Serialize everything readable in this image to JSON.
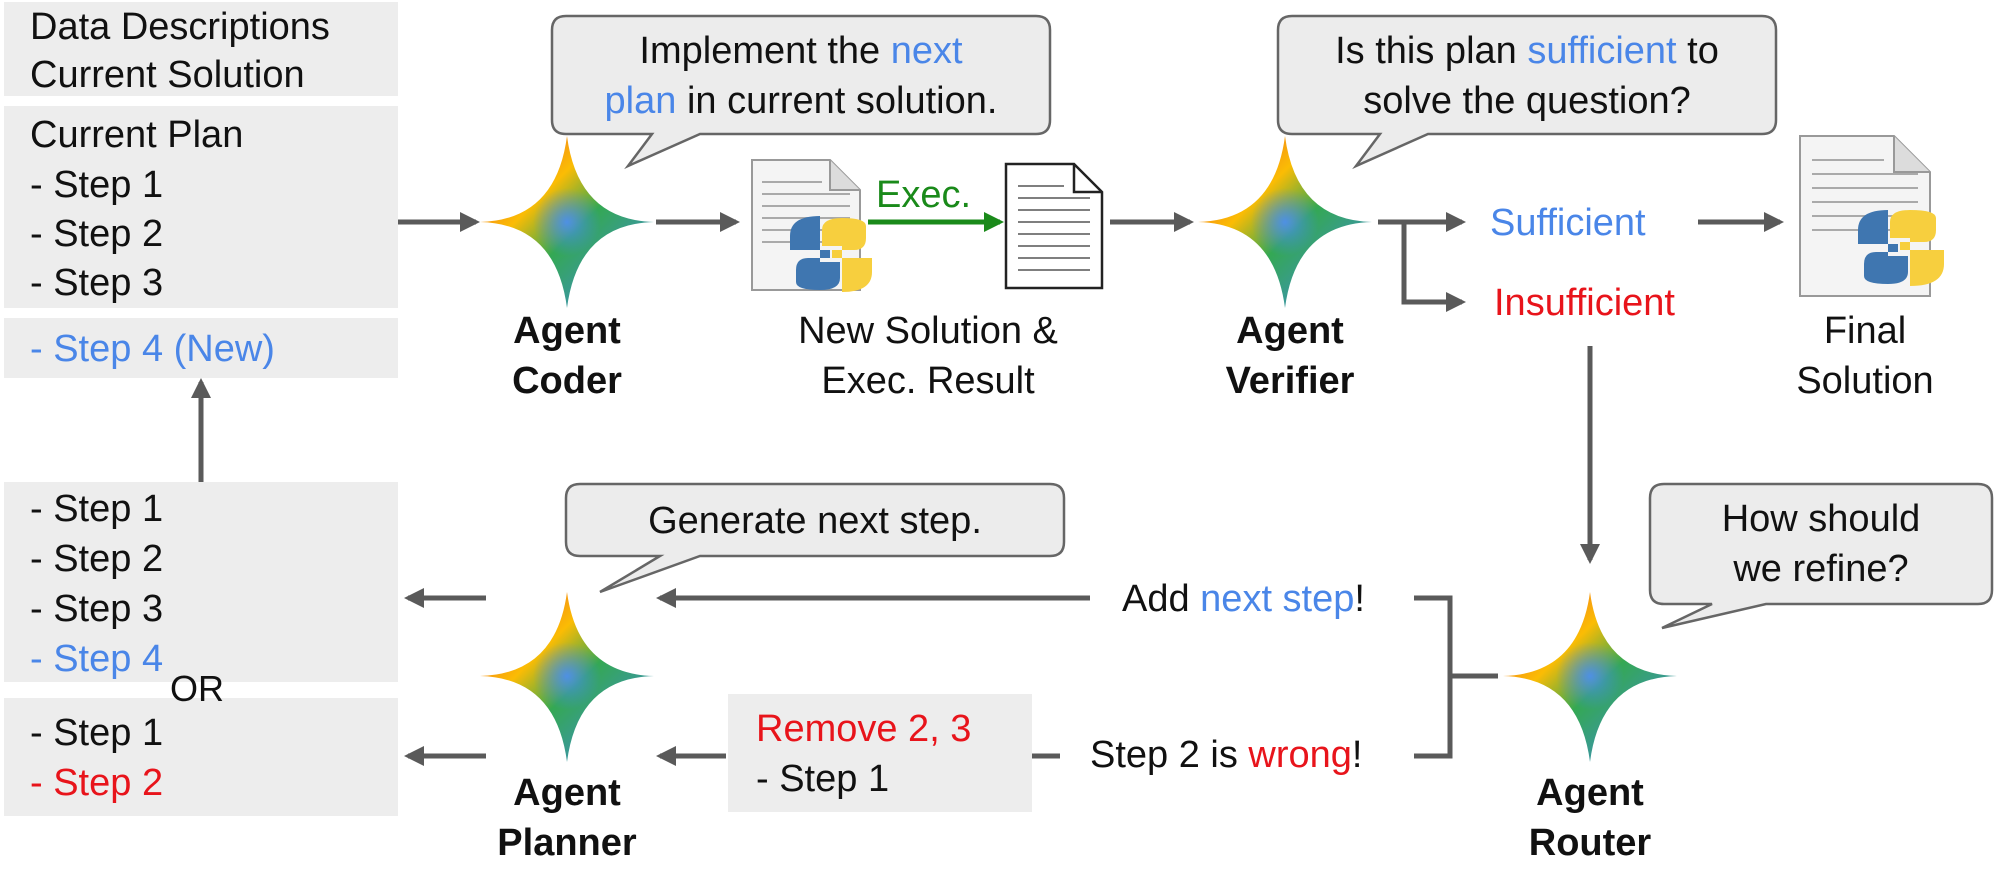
{
  "context_box": {
    "line1": "Data Descriptions",
    "line2": "Current Solution"
  },
  "plan_box": {
    "title": "Current Plan",
    "steps": [
      "- Step 1",
      "- Step 2",
      "- Step 3"
    ],
    "new_step": "- Step 4 (New)"
  },
  "coder": {
    "label_line1": "Agent",
    "label_line2": "Coder",
    "bubble_pre": "Implement the ",
    "bubble_hl1": "next",
    "bubble_hl2": "plan",
    "bubble_post": " in current solution."
  },
  "execution": {
    "arrow_label": "Exec.",
    "caption_line1": "New Solution &",
    "caption_line2": "Exec. Result"
  },
  "verifier": {
    "label_line1": "Agent",
    "label_line2": "Verifier",
    "bubble_pre": "Is this plan ",
    "bubble_hl": "sufficient",
    "bubble_post": " to",
    "bubble_line2": "solve the question?"
  },
  "outcomes": {
    "sufficient": "Sufficient",
    "insufficient": "Insufficient"
  },
  "final": {
    "line1": "Final",
    "line2": "Solution"
  },
  "router": {
    "label_line1": "Agent",
    "label_line2": "Router",
    "bubble_line1": "How should",
    "bubble_line2": "we refine?"
  },
  "router_choices": {
    "add_pre": "Add ",
    "add_hl": "next step",
    "add_post": "!",
    "wrong_pre": "Step 2 is ",
    "wrong_hl": "wrong",
    "wrong_post": "!"
  },
  "planner": {
    "label_line1": "Agent",
    "label_line2": "Planner",
    "bubble": "Generate next step."
  },
  "remove_box": {
    "line1": "Remove 2, 3",
    "line2": "- Step 1"
  },
  "result_add": {
    "steps": [
      "- Step 1",
      "- Step 2",
      "- Step 3"
    ],
    "new_step": "- Step 4"
  },
  "or_label": "OR",
  "result_remove": {
    "step1": "- Step 1",
    "step2": "- Step 2"
  },
  "colors": {
    "arrow": "#5a5a5a",
    "box": "#ededed",
    "blue": "#4a86e8",
    "red": "#e8141b",
    "green": "#1a8a1a"
  }
}
